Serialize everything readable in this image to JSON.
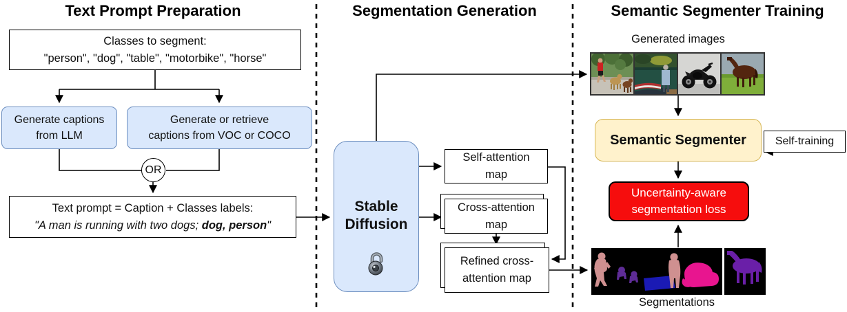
{
  "titles": {
    "left": "Text Prompt Preparation",
    "middle": "Segmentation Generation",
    "right": "Semantic Segmenter Training"
  },
  "text_prompt": {
    "classes_line1": "Classes to segment:",
    "classes_line2": "\"person\", \"dog\", \"table\", \"motorbike\", \"horse\"",
    "llm_line1": "Generate captions",
    "llm_line2": "from LLM",
    "voc_line1": "Generate or retrieve",
    "voc_line2": "captions from VOC or COCO",
    "or_label": "OR",
    "prompt_line1": "Text prompt = Caption + Classes labels:",
    "prompt_quote_prefix": "\"A man is running with two dogs; ",
    "prompt_quote_bold": "dog, person",
    "prompt_quote_suffix": "\""
  },
  "segmentation_generation": {
    "stable_diffusion_line1": "Stable",
    "stable_diffusion_line2": "Diffusion",
    "lock_icon": "lock-icon",
    "self_attention_line1": "Self-attention",
    "self_attention_line2": "map",
    "cross_attention_line1": "Cross-attention",
    "cross_attention_line2": "map",
    "refined_line1": "Refined cross-",
    "refined_line2": "attention map"
  },
  "training": {
    "generated_images_label": "Generated images",
    "images": [
      "man-running-with-two-dogs",
      "man-by-lake-with-boat",
      "black-motorcycle",
      "brown-horse-in-field"
    ],
    "segmenter_label": "Semantic Segmenter",
    "self_training_label": "Self-training",
    "loss_line1": "Uncertainty-aware",
    "loss_line2": "segmentation loss",
    "segmentations_label": "Segmentations"
  },
  "colors": {
    "box_blue_fill": "#dae8fc",
    "box_blue_stroke": "#6c8ebf",
    "box_yellow_fill": "#fff2cc",
    "box_yellow_stroke": "#d6b656",
    "box_red_fill": "#f60d0d",
    "seg_person": "#cf9090",
    "seg_dog": "#5e2c96",
    "seg_table": "#1a1ab4",
    "seg_motorbike": "#e8158f",
    "seg_horse": "#6a1fa8"
  }
}
